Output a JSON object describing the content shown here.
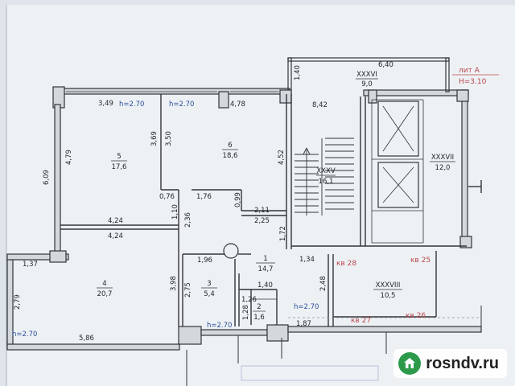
{
  "colors": {
    "paper": "#eef1f4",
    "wall": "#d4d8dc",
    "line": "#30343a",
    "height_blue": "#2a4f9a",
    "unit_red": "#b8474c"
  },
  "plan": {
    "lit": "лит А",
    "height_main": "H=3.10",
    "rooms": [
      {
        "id": "5",
        "num": "5",
        "area": "17,6"
      },
      {
        "id": "6",
        "num": "6",
        "area": "18,6"
      },
      {
        "id": "4",
        "num": "4",
        "area": "20,7"
      },
      {
        "id": "3",
        "num": "3",
        "area": "5,4"
      },
      {
        "id": "1",
        "num": "1",
        "area": "14,7"
      },
      {
        "id": "2",
        "num": "2",
        "area": "1,6"
      },
      {
        "id": "xxxv",
        "num": "XXXV",
        "area": "16,1"
      },
      {
        "id": "xxxvi",
        "num": "XXXVI",
        "area": "9,0"
      },
      {
        "id": "xxxvii",
        "num": "XXXVII",
        "area": "12,0"
      },
      {
        "id": "xxxviii",
        "num": "XXXVIII",
        "area": "10,5"
      }
    ],
    "heights": [
      "h=2.70",
      "h=2.70",
      "h=2.70",
      "h=2.70",
      "h=2.70"
    ],
    "units": [
      "кв 28",
      "кв 25",
      "кв 27",
      "кв 26"
    ],
    "dims": [
      "3,49",
      "4,78",
      "6,40",
      "1,40",
      "8,42",
      "6,09",
      "4,79",
      "3,69",
      "3,50",
      "4,52",
      "0,76",
      "1,76",
      "0,99",
      "1,10",
      "2,36",
      "2,11",
      "2,25",
      "4,24",
      "4,24",
      "1,72",
      "1,37",
      "2,79",
      "3,98",
      "2,75",
      "1,96",
      "1,40",
      "1,26",
      "1,28",
      "2,48",
      "1,34",
      "5,86",
      "1,87"
    ]
  },
  "watermark": {
    "text": "rosndv.ru",
    "logo_icon": "house-icon"
  }
}
